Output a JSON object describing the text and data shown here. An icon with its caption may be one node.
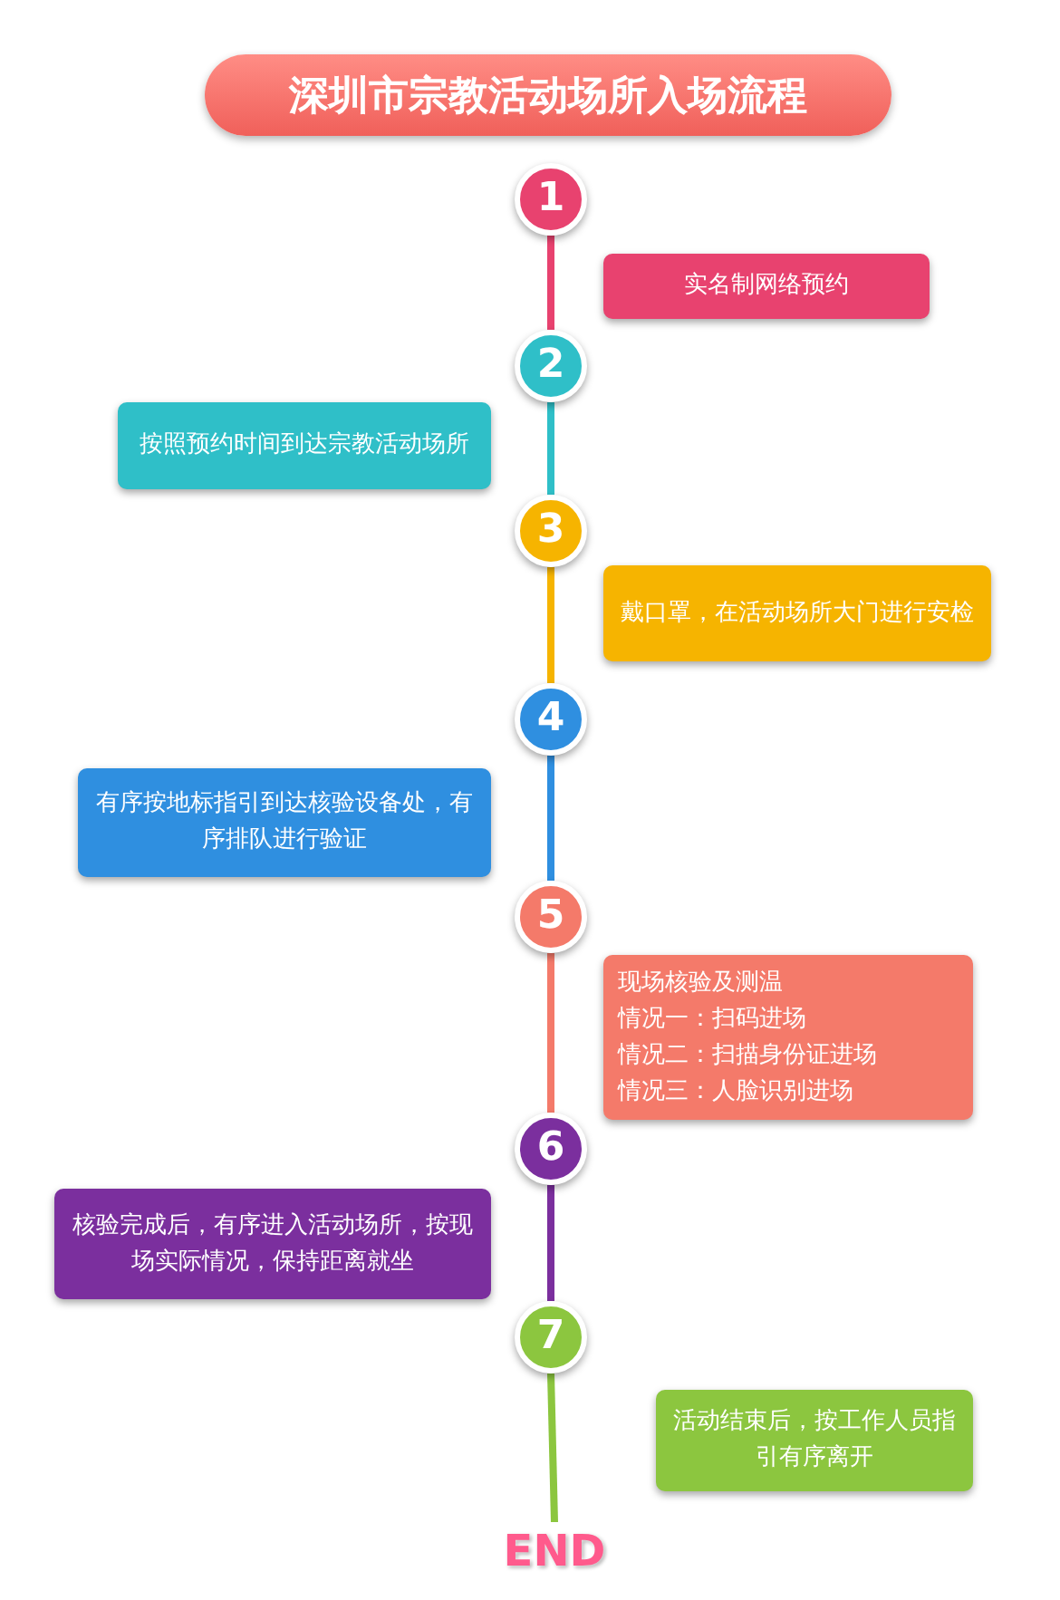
{
  "diagram": {
    "title": "深圳市宗教活动场所入场流程",
    "nodes": [
      {
        "text": [
          "1"
        ]
      },
      {
        "text": [
          "实名制网络预约"
        ]
      },
      {
        "text": [
          "2"
        ]
      },
      {
        "text": [
          "按照预约时间到达宗教活动场所"
        ]
      },
      {
        "text": [
          "3"
        ]
      },
      {
        "text": [
          "戴口罩，在活动场所大门进行安检"
        ]
      },
      {
        "text": [
          "4"
        ]
      },
      {
        "text": [
          "有序按地标指引到达核验设备处，有序排队进行验证"
        ]
      },
      {
        "text": [
          "5"
        ]
      },
      {
        "text": [
          "现场核验及测温",
          "情况一：扫码进场",
          "情况二：扫描身份证进场",
          "情况三：人脸识别进场"
        ]
      },
      {
        "text": [
          "6"
        ]
      },
      {
        "text": [
          "核验完成后，有序进入活动场所，按现场实际情况，保持距离就坐"
        ]
      },
      {
        "text": [
          "7"
        ]
      },
      {
        "text": [
          "活动结束后，按工作人员指引有序离开"
        ]
      },
      {
        "text": [
          "END"
        ]
      }
    ],
    "edges": [
      {
        "from": 0,
        "to": 2,
        "arrow": "none",
        "color": "#e8426f"
      },
      {
        "from": 2,
        "to": 4,
        "arrow": "none",
        "color": "#2fbfc8"
      },
      {
        "from": 4,
        "to": 6,
        "arrow": "none",
        "color": "#f6b400"
      },
      {
        "from": 6,
        "to": 8,
        "arrow": "none",
        "color": "#2f8fe0"
      },
      {
        "from": 8,
        "to": 10,
        "arrow": "none",
        "color": "#f47a6a"
      },
      {
        "from": 10,
        "to": 12,
        "arrow": "none",
        "color": "#7b2f9e"
      },
      {
        "from": 12,
        "to": 14,
        "arrow": "none",
        "color": "#8cc63f"
      }
    ]
  }
}
